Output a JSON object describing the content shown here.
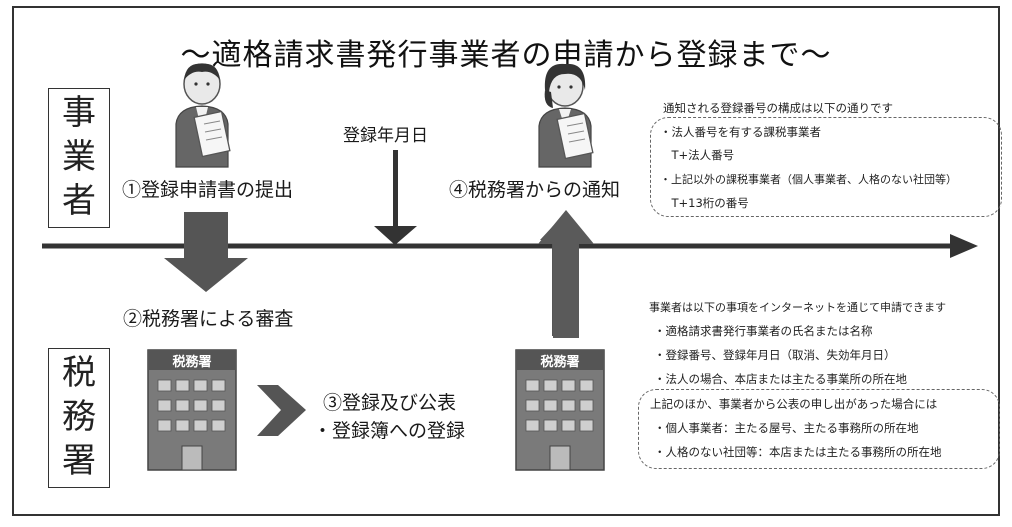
{
  "title": "〜適格請求書発行事業者の申請から登録まで〜",
  "business_side": {
    "chars": [
      "事",
      "業",
      "者"
    ]
  },
  "tax_office_side": {
    "chars": [
      "税",
      "務",
      "署"
    ]
  },
  "steps": {
    "step1": "①登録申請書の提出",
    "step2": "②税務署による審査",
    "step3_line1": "③登録及び公表",
    "step3_line2": "・登録簿への登録",
    "step4": "④税務署からの通知"
  },
  "registration_date": "登録年月日",
  "building_sign": "税務署",
  "notice_box": {
    "heading": "通知される登録番号の構成は以下の通りです",
    "lines": [
      "・法人番号を有する課税事業者",
      "　T+法人番号",
      "・上記以外の課税事業者（個人事業者、人格のない社団等）",
      "　T+13桁の番号"
    ]
  },
  "internet_box": {
    "heading": "事業者は以下の事項をインターネットを通じて申請できます",
    "lines": [
      "・適格請求書発行事業者の氏名または名称",
      "・登録番号、登録年月日（取消、失効年月日）",
      "・法人の場合、本店または主たる事業所の所在地"
    ]
  },
  "extra_box": {
    "heading": "上記のほか、事業者から公表の申し出があった場合には",
    "lines": [
      "・個人事業者：主たる屋号、主たる事務所の所在地",
      "・人格のない社団等：本店または主たる事務所の所在地"
    ]
  }
}
